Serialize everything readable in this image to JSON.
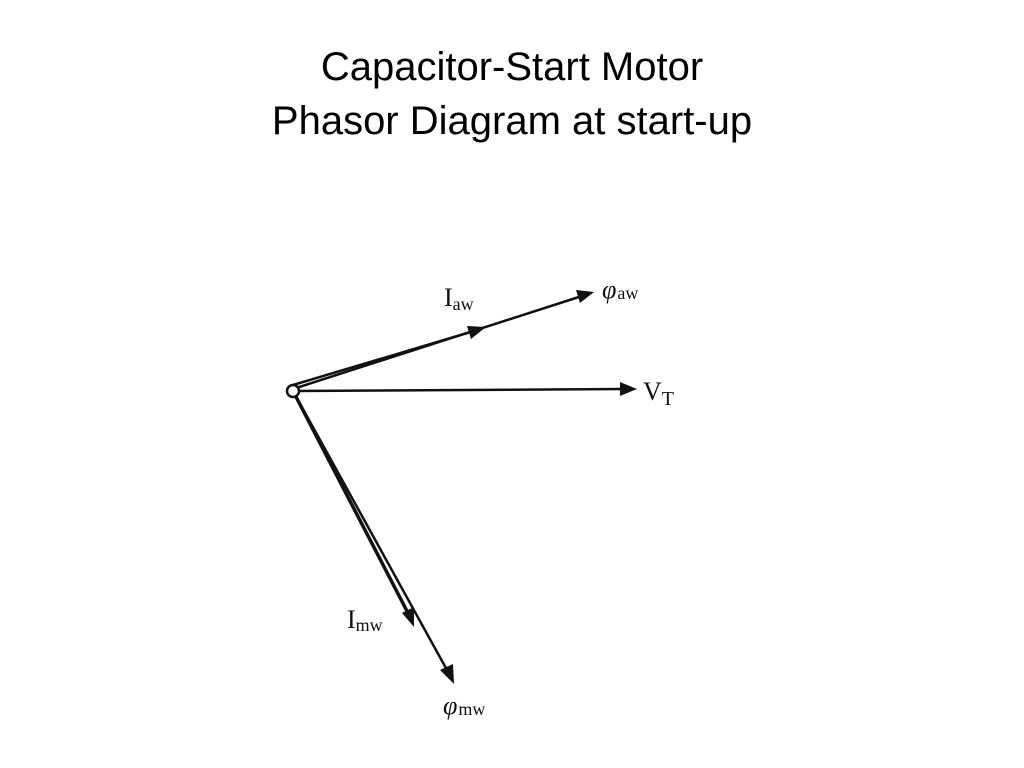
{
  "slide": {
    "title_line1": "Capacitor-Start Motor",
    "title_line2": "Phasor Diagram at start-up"
  },
  "diagram": {
    "labels": {
      "iaw_main": "I",
      "iaw_sub": "aw",
      "phiaw_main": "φ",
      "phiaw_sub": "aw",
      "vt_main": "V",
      "vt_sub": "T",
      "imw_main": "I",
      "imw_sub": "mw",
      "phimw_main": "φ",
      "phimw_sub": "mw"
    },
    "colors": {
      "line": "#111111",
      "background": "#ffffff"
    }
  }
}
